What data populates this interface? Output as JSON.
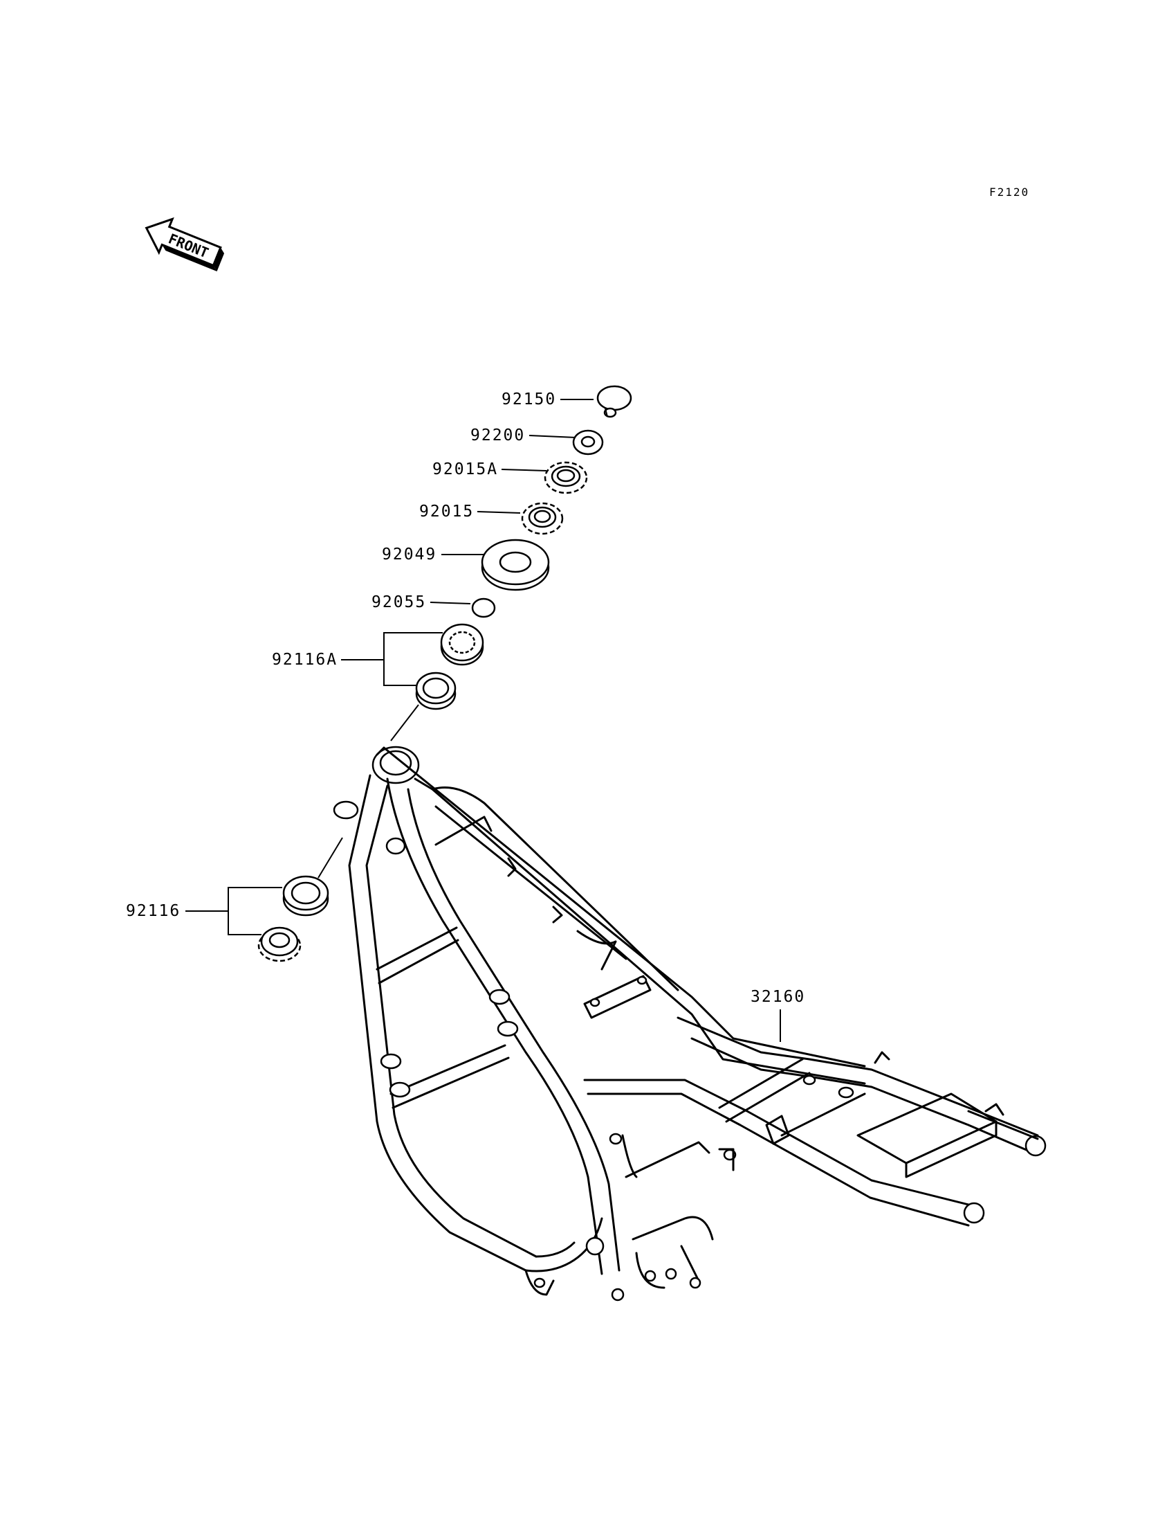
{
  "figure_ref": "F2120",
  "front_label": "FRONT",
  "parts": [
    {
      "id": "92150",
      "label": "92150"
    },
    {
      "id": "92200",
      "label": "92200"
    },
    {
      "id": "92015A",
      "label": "92015A"
    },
    {
      "id": "92015",
      "label": "92015"
    },
    {
      "id": "92049",
      "label": "92049"
    },
    {
      "id": "92055",
      "label": "92055"
    },
    {
      "id": "92116A",
      "label": "92116A"
    },
    {
      "id": "92116",
      "label": "92116"
    },
    {
      "id": "32160",
      "label": "32160"
    }
  ]
}
